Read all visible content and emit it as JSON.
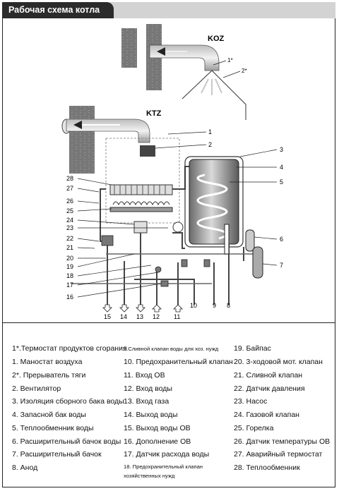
{
  "header": {
    "title": "Рабочая схема котла"
  },
  "diagram": {
    "labels": {
      "koz": "KOZ",
      "ktz": "KTZ",
      "c1": "1*",
      "c2": "2*",
      "r1": "1",
      "r2": "2",
      "r3": "3",
      "r4": "4",
      "r5": "5",
      "r6": "6",
      "r7": "7",
      "l28": "28",
      "l27": "27",
      "l26": "26",
      "l25": "25",
      "l24": "24",
      "l23": "23",
      "l22": "22",
      "l21": "21",
      "l20": "20",
      "l19": "19",
      "l18": "18",
      "l17": "17",
      "l16": "16",
      "b15": "15",
      "b14": "14",
      "b13": "13",
      "b12": "12",
      "b11": "11",
      "b10": "10",
      "b9": "9",
      "b8": "8"
    }
  },
  "legend": {
    "col1": [
      "1*.Термостат продуктов сгорания",
      "1. Маностат воздуха",
      "2*. Прерыватель тяги",
      "2. Вентилятор",
      "3. Изоляция сборного бака воды",
      "4. Запасной бак воды",
      "5. Теплообменник воды",
      "6. Расширительный бачок воды",
      "7. Расширительный бачок",
      "8. Анод"
    ],
    "col2": [
      "9.Сливной клапан воды для хоз. нужд",
      "10. Предохранительный клапан",
      "11. Вход ОВ",
      "12. Вход воды",
      "13. Вход газа",
      "14. Выход воды",
      "15. Выход воды ОВ",
      "16. Дополнение ОВ",
      "17. Датчик расхода воды",
      "18.  Предохранительный клапан хозяйственных нужд"
    ],
    "col3": [
      "19. Байпас",
      "20. 3-ходовой мот. клапан",
      "21. Сливной клапан",
      "22. Датчик давления",
      "23. Насос",
      "24. Газовой клапан",
      "25. Горелка",
      "26. Датчик температуры ОВ",
      "27. Аварийный термостат",
      "28. Теплообменник"
    ]
  }
}
